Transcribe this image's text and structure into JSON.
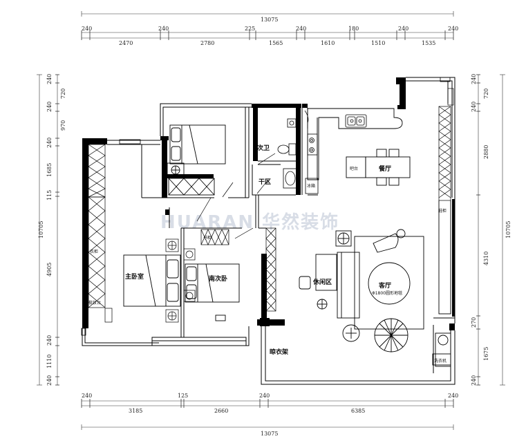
{
  "dimensions": {
    "top_total": "13075",
    "top_row1": [
      "240",
      "240",
      "225",
      "240",
      "180",
      "240",
      "240"
    ],
    "top_row2": [
      "2470",
      "2780",
      "1565",
      "1610",
      "1510",
      "1535"
    ],
    "bottom_row1": [
      "240",
      "125",
      "240",
      "240"
    ],
    "bottom_row2": [
      "3185",
      "2660",
      "6385"
    ],
    "bottom_total": "13075",
    "left_total": "10705",
    "left_parts": [
      "240",
      "720",
      "240",
      "970",
      "240",
      "1685",
      "115",
      "4905",
      "240",
      "1110",
      "240"
    ],
    "right_total": "10705",
    "right_parts": [
      "240",
      "720",
      "240",
      "2880",
      "4310",
      "270",
      "1675",
      "240"
    ]
  },
  "rooms": {
    "second_bath": "次卫",
    "dry_area": "干区",
    "dining": "餐厅",
    "master_bedroom": "主卧室",
    "south_second_bedroom": "南次卧",
    "leisure_area": "休闲区",
    "living_room": "客厅",
    "clothes_rack": "晾衣架"
  },
  "furniture": {
    "bar_counter": "吧台",
    "fridge": "冰箱",
    "wardrobe": "衣柜",
    "vanity": "梳妆台",
    "shoe_cabinet": "鞋柜",
    "bookcase": "书柜",
    "washer": "洗衣机",
    "carpet": "Φ1800圆形地毯"
  },
  "watermark": "HUARAN 华然装饰"
}
